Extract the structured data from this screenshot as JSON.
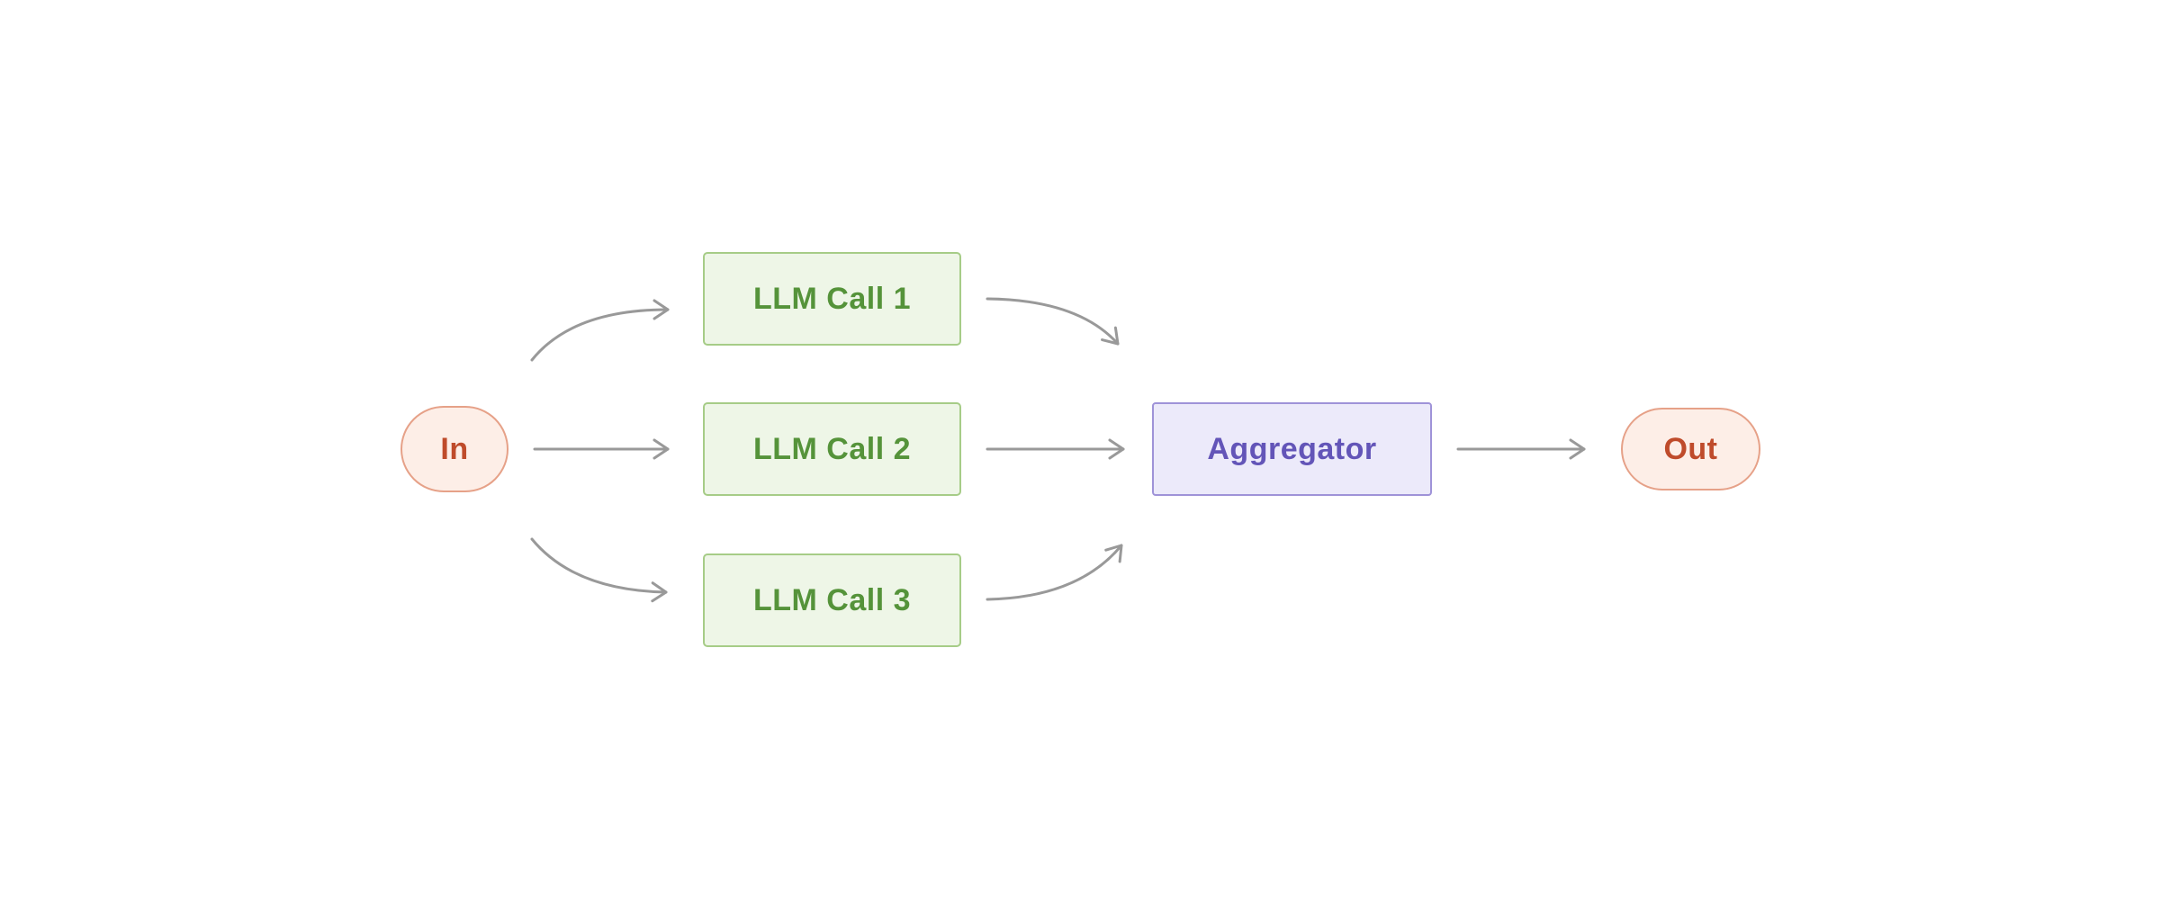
{
  "diagram": {
    "type": "workflow-diagram",
    "nodes": {
      "in": {
        "label": "In"
      },
      "llm1": {
        "label": "LLM Call 1"
      },
      "llm2": {
        "label": "LLM Call 2"
      },
      "llm3": {
        "label": "LLM Call 3"
      },
      "aggregator": {
        "label": "Aggregator"
      },
      "out": {
        "label": "Out"
      }
    },
    "edges": [
      {
        "from": "in",
        "to": "llm1"
      },
      {
        "from": "in",
        "to": "llm2"
      },
      {
        "from": "in",
        "to": "llm3"
      },
      {
        "from": "llm1",
        "to": "aggregator"
      },
      {
        "from": "llm2",
        "to": "aggregator"
      },
      {
        "from": "llm3",
        "to": "aggregator"
      },
      {
        "from": "aggregator",
        "to": "out"
      }
    ],
    "colors": {
      "background": "#ffffff",
      "green_bg": "#eef6e7",
      "green_border": "#a6cc87",
      "green_text": "#55933a",
      "purple_bg": "#eceafa",
      "purple_border": "#9f93d8",
      "purple_text": "#6355b8",
      "red_bg": "#fdeee7",
      "red_border": "#e6a188",
      "red_text": "#bf4b2b",
      "arrow": "#999999"
    }
  }
}
